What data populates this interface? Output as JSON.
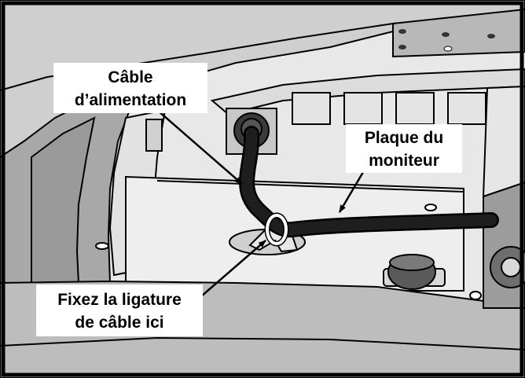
{
  "colors": {
    "background_light": "#e6e6e6",
    "panel_mid": "#c4c4c4",
    "panel_dark": "#8c8c8c",
    "cable": "#1e1e1e",
    "outline": "#000000",
    "label_bg": "#ffffff"
  },
  "labels": {
    "power_cable_line1": "Câble",
    "power_cable_line2": "d’alimentation",
    "monitor_plate_line1": "Plaque du",
    "monitor_plate_line2": "moniteur",
    "tie_line1": "Fixez la ligature",
    "tie_line2": "de câble ici"
  },
  "icons": {
    "arrow": "arrow-icon"
  }
}
